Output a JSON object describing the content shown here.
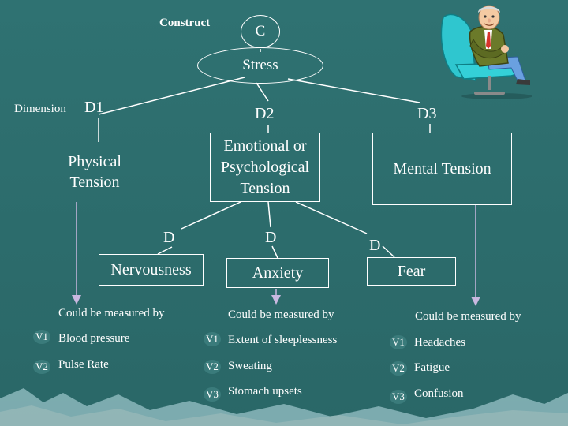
{
  "construct_label": "Construct",
  "construct_code": "C",
  "construct_name": "Stress",
  "dimension_label": "Dimension",
  "dimensions": [
    {
      "code": "D1",
      "name": "Physical Tension"
    },
    {
      "code": "D2",
      "name": "Emotional or Psychological Tension"
    },
    {
      "code": "D3",
      "name": "Mental Tension"
    }
  ],
  "elements": [
    {
      "code": "D",
      "name": "Nervousness"
    },
    {
      "code": "D",
      "name": "Anxiety"
    },
    {
      "code": "D",
      "name": "Fear"
    }
  ],
  "measure_caption": "Could be measured by",
  "variables": {
    "col1": [
      {
        "code": "V1",
        "name": "Blood pressure"
      },
      {
        "code": "V2",
        "name": "Pulse Rate"
      }
    ],
    "col2": [
      {
        "code": "V1",
        "name": "Extent of sleeplessness"
      },
      {
        "code": "V2",
        "name": "Sweating"
      },
      {
        "code": "V3",
        "name": "Stomach upsets"
      }
    ],
    "col3": [
      {
        "code": "V1",
        "name": "Headaches"
      },
      {
        "code": "V2",
        "name": "Fatigue"
      },
      {
        "code": "V3",
        "name": "Confusion"
      }
    ]
  },
  "colors": {
    "background": "#2e6e6e",
    "lines": "#ffffff",
    "arrow": "#c9b8e0"
  },
  "icons": [
    "seated-man-in-armchair-icon"
  ]
}
